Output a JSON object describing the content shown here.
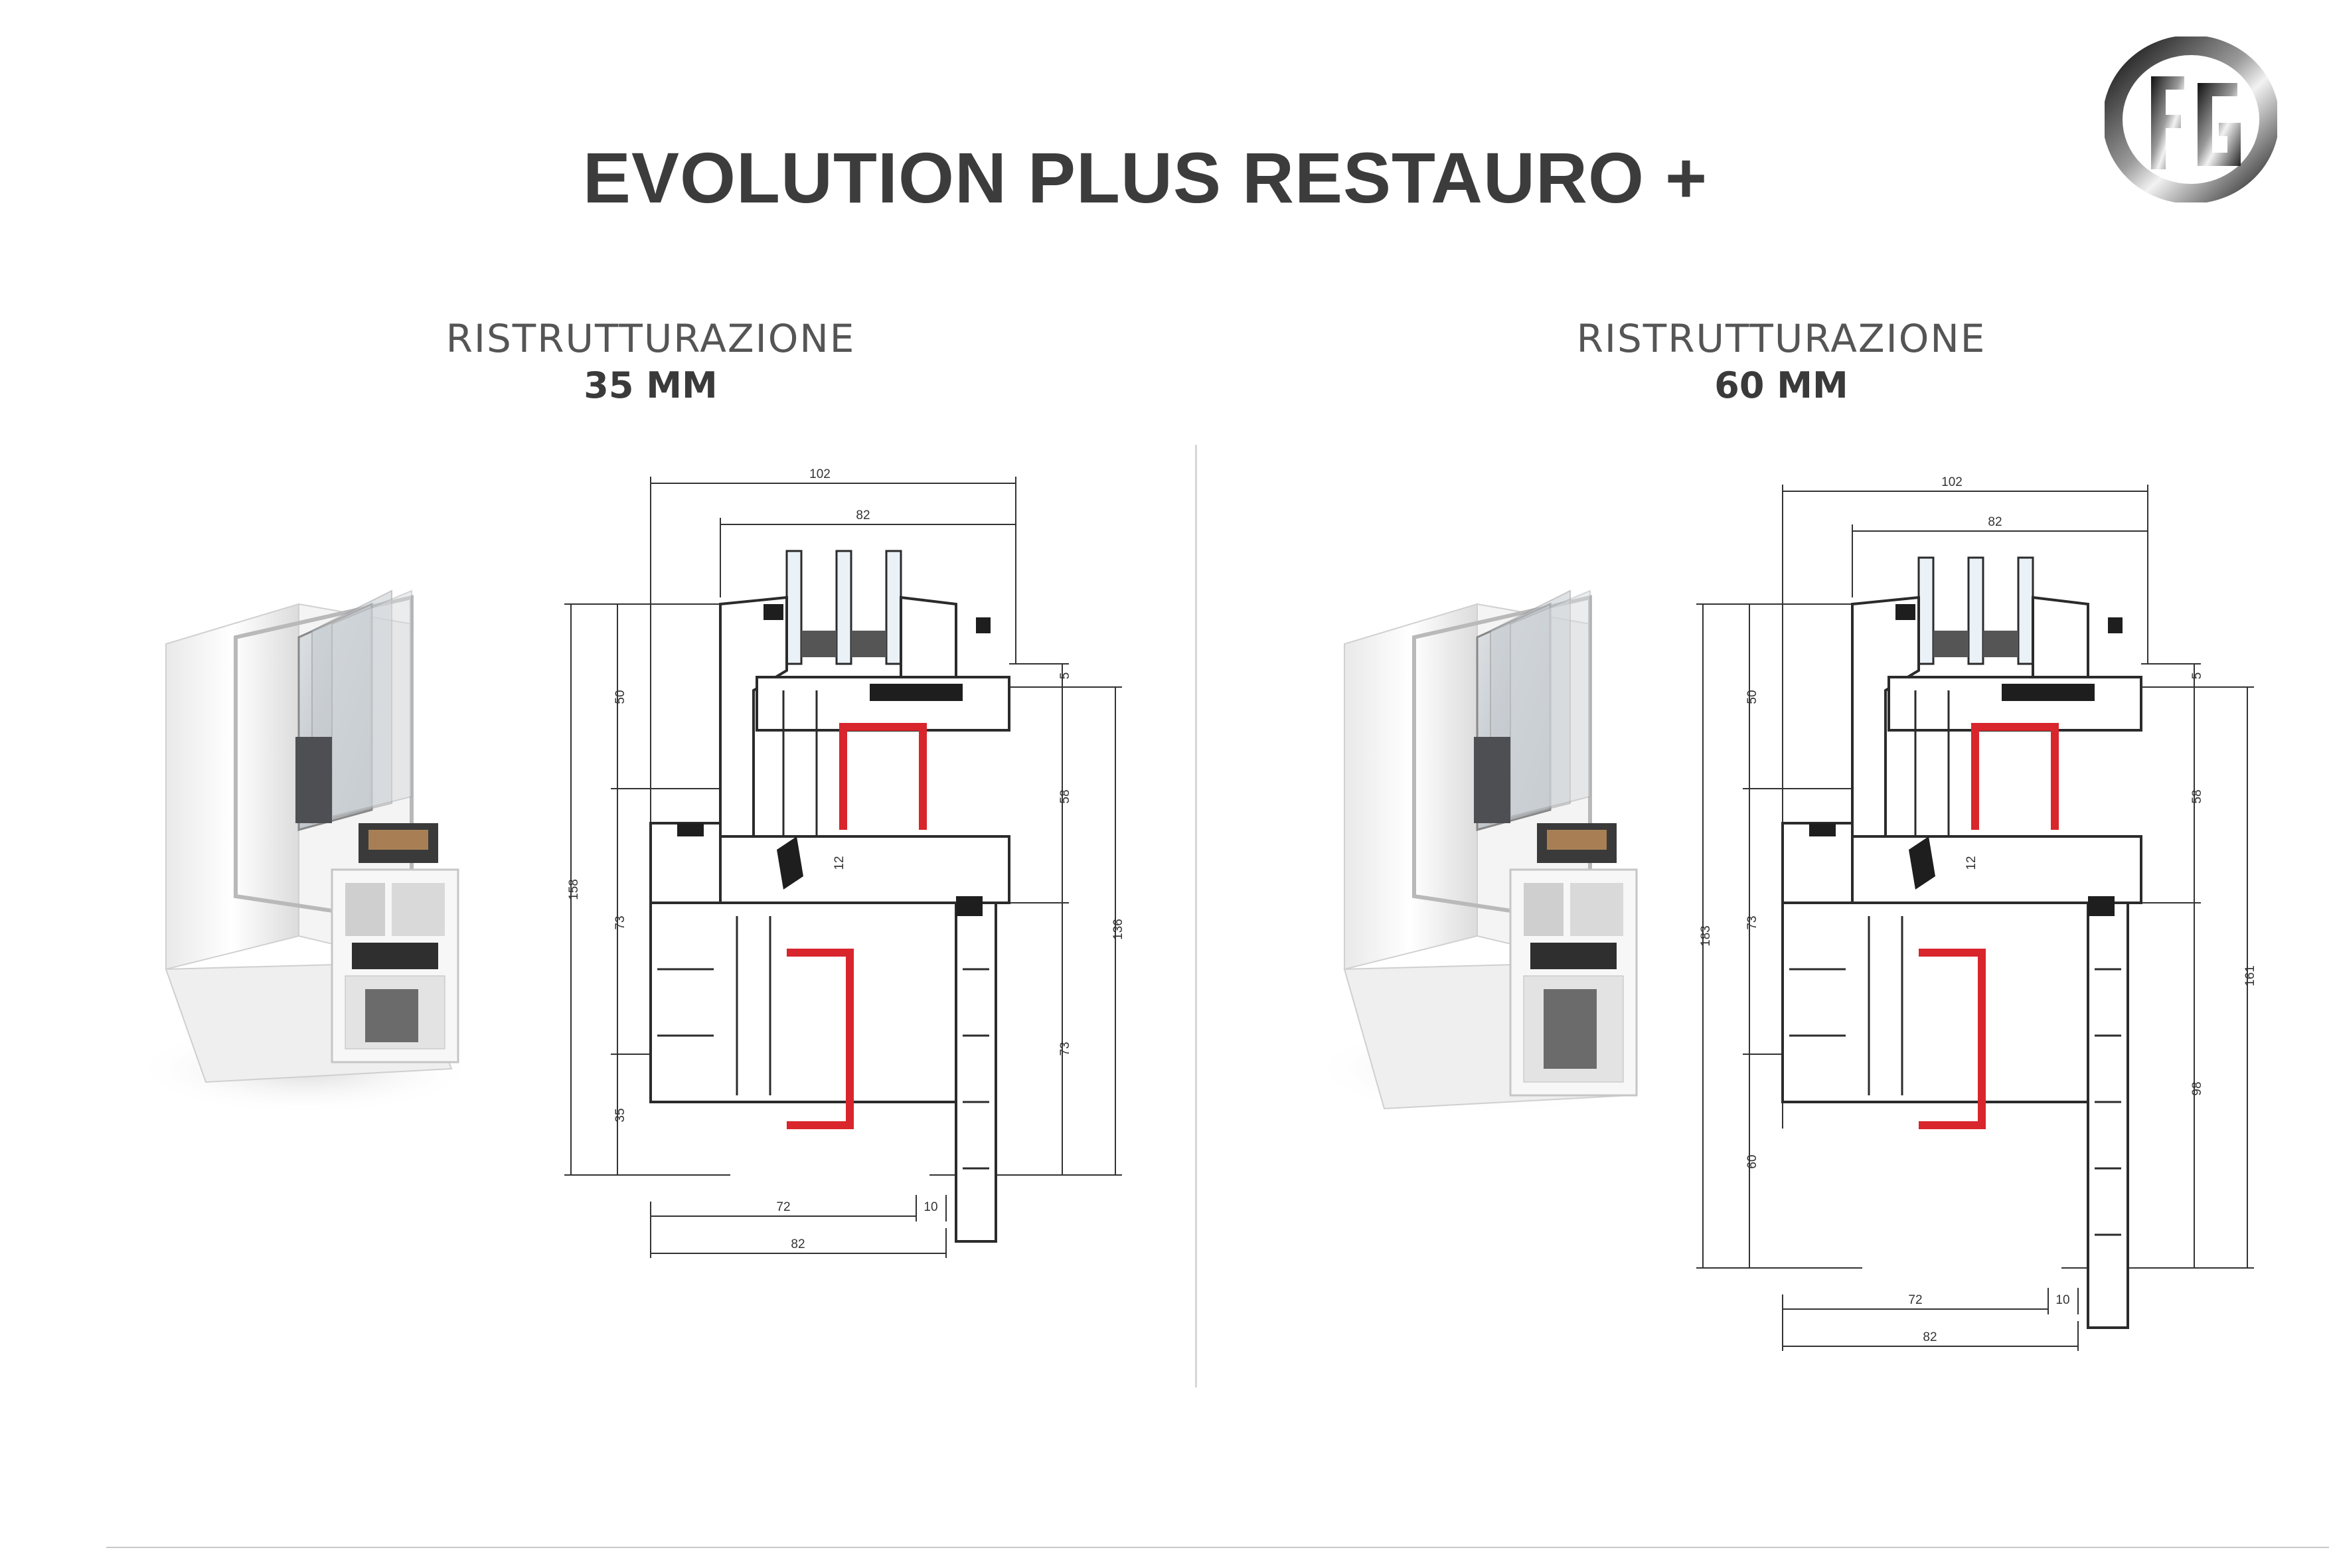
{
  "title": "EVOLUTION PLUS RESTAURO +",
  "logo": {
    "icon": "fg-logo-icon",
    "letters": "FG"
  },
  "panels": [
    {
      "subtitle": "RISTRUTTURAZIONE",
      "size": "35 MM",
      "dims": {
        "top_overall": "102",
        "top_inner": "82",
        "left_total": "158",
        "left_a": "50",
        "left_b": "73",
        "left_c": "35",
        "right_a": "5",
        "right_b": "58",
        "right_c": "12",
        "right_total": "136",
        "right_d": "73",
        "bottom_a": "72",
        "bottom_b": "10",
        "bottom_total": "82"
      }
    },
    {
      "subtitle": "RISTRUTTURAZIONE",
      "size": "60 MM",
      "dims": {
        "top_overall": "102",
        "top_inner": "82",
        "left_total": "183",
        "left_a": "50",
        "left_b": "73",
        "left_c": "60",
        "right_a": "5",
        "right_b": "58",
        "right_c": "12",
        "right_total": "161",
        "right_d": "98",
        "bottom_a": "72",
        "bottom_b": "10",
        "bottom_total": "82"
      }
    }
  ],
  "colors": {
    "reinforcement": "#d8262c",
    "profile_line": "#2b2b2b",
    "gasket": "#1e1e1e"
  }
}
